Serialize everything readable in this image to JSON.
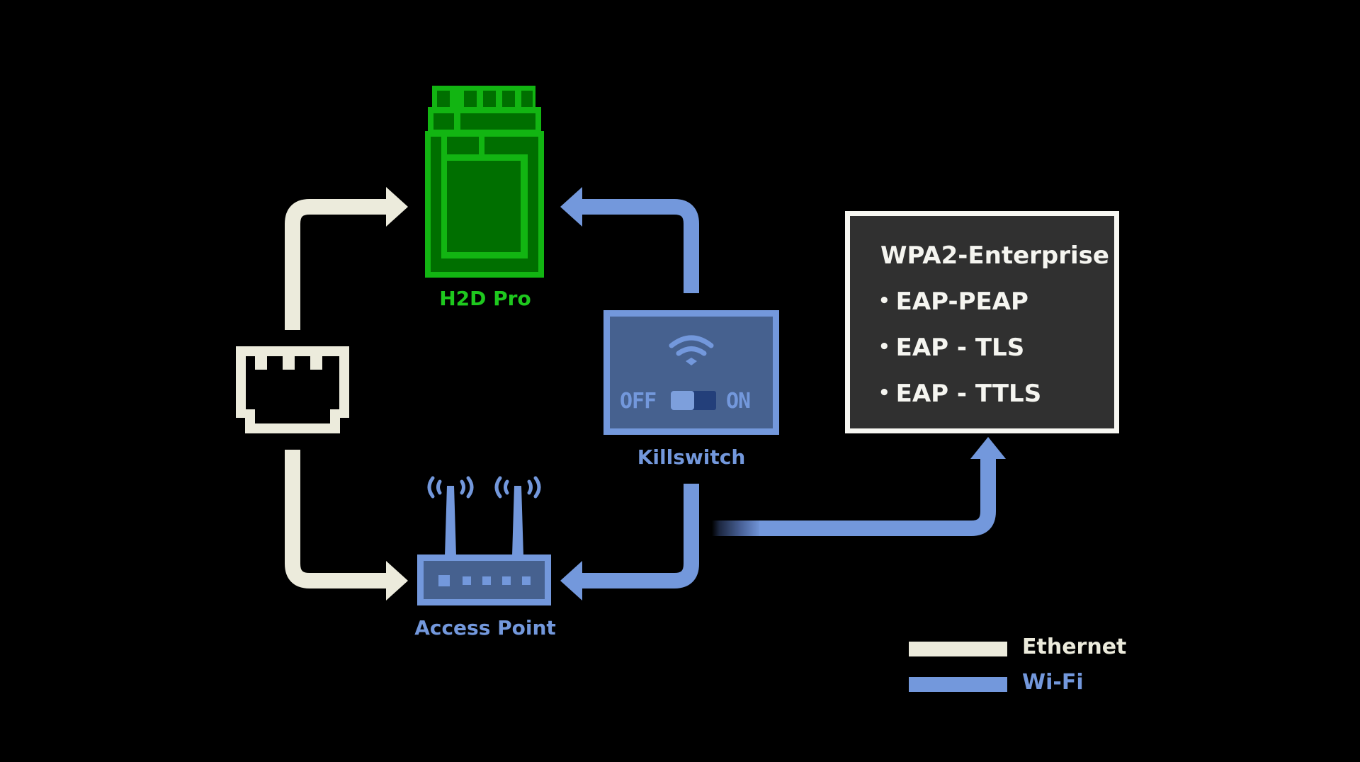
{
  "colors": {
    "background": "#000000",
    "ethernet": "#ecebdc",
    "wifi": "#7398dc",
    "wifi_fill": "#46618f",
    "wifi_dark": "#233f7a",
    "h2d_bright": "#12b512",
    "h2d_dark": "#006f00",
    "h2d_label": "#1ec81e",
    "panel_fill": "#303030",
    "panel_border": "#f7f7f2",
    "panel_text": "#f5f5f0"
  },
  "nodes": {
    "h2d": {
      "label": "H2D Pro",
      "icon": "printer-board-icon"
    },
    "ethernet_port": {
      "icon": "ethernet-port-icon"
    },
    "access_point": {
      "label": "Access Point",
      "icon": "router-icon"
    },
    "killswitch": {
      "label": "Killswitch",
      "icon": "wifi-icon",
      "off_label": "OFF",
      "on_label": "ON",
      "state": "off"
    }
  },
  "wpa_panel": {
    "title": "WPA2-Enterprise",
    "bullet": "•",
    "items": [
      "EAP-PEAP",
      "EAP - TLS",
      "EAP - TTLS"
    ]
  },
  "connections": [
    {
      "from": "ethernet_port",
      "to": "h2d",
      "type": "ethernet"
    },
    {
      "from": "ethernet_port",
      "to": "access_point",
      "type": "ethernet"
    },
    {
      "from": "killswitch",
      "to": "h2d",
      "type": "wifi"
    },
    {
      "from": "killswitch",
      "to": "access_point",
      "type": "wifi"
    },
    {
      "from": "access_point",
      "to": "wpa_panel",
      "type": "wifi",
      "faded_start": true
    }
  ],
  "legend": {
    "items": [
      {
        "label": "Ethernet",
        "type": "ethernet"
      },
      {
        "label": "Wi-Fi",
        "type": "wifi"
      }
    ]
  }
}
